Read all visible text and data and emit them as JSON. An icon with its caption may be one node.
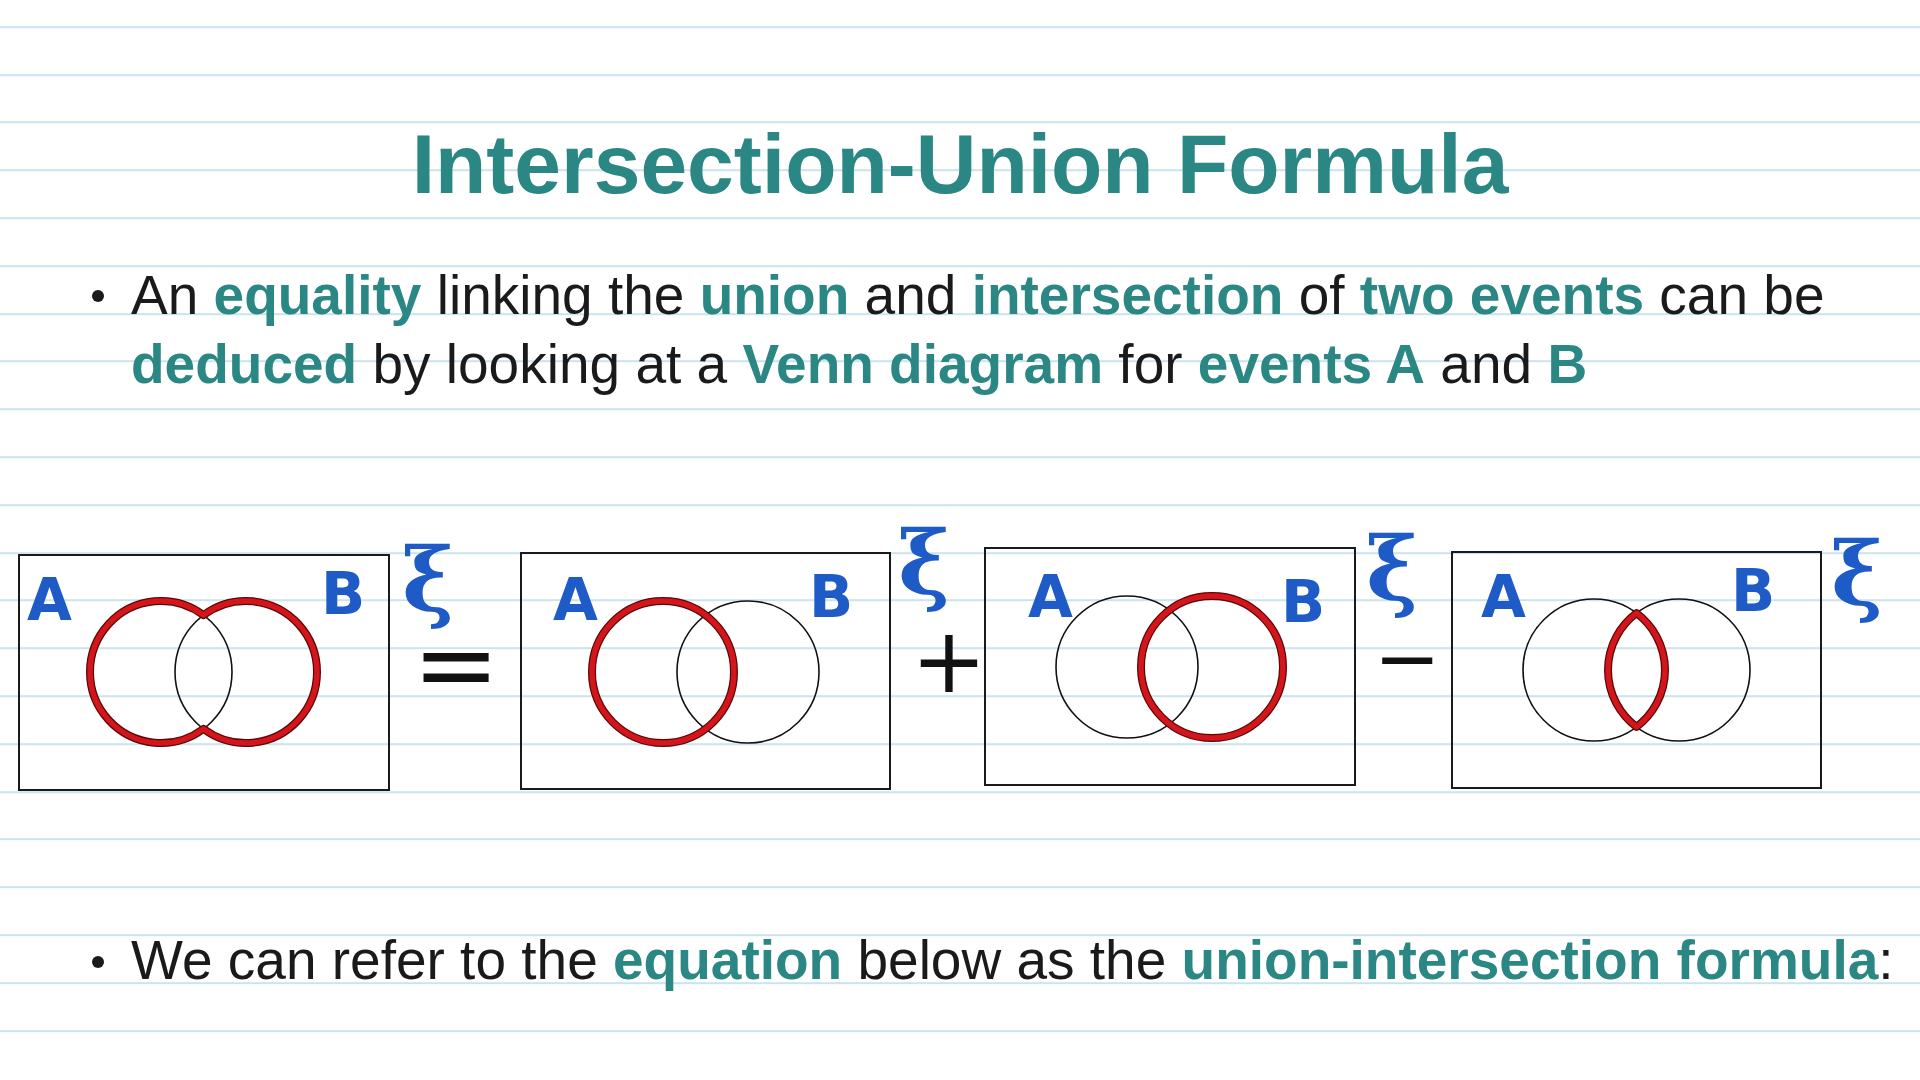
{
  "diagram": {
    "title": "Intersection-Union Formula",
    "nodes": [
      {
        "text": [
          "A",
          "B"
        ],
        "beside": [
          "ξ"
        ]
      },
      {
        "text": [
          "A",
          "B"
        ],
        "beside": [
          "ξ"
        ]
      },
      {
        "text": [
          "A",
          "B"
        ],
        "beside": [
          "ξ"
        ]
      },
      {
        "text": [
          "A",
          "B"
        ],
        "beside": [
          "ξ"
        ]
      }
    ],
    "labels": [
      "An **equality** linking the **union** and **intersection** of **two events** can be **deduced** by looking at a **Venn diagram** for **events A** and **B**",
      "=",
      "+",
      "−",
      "We can refer to the **equation** below as the **union-intersection formula**:"
    ]
  }
}
